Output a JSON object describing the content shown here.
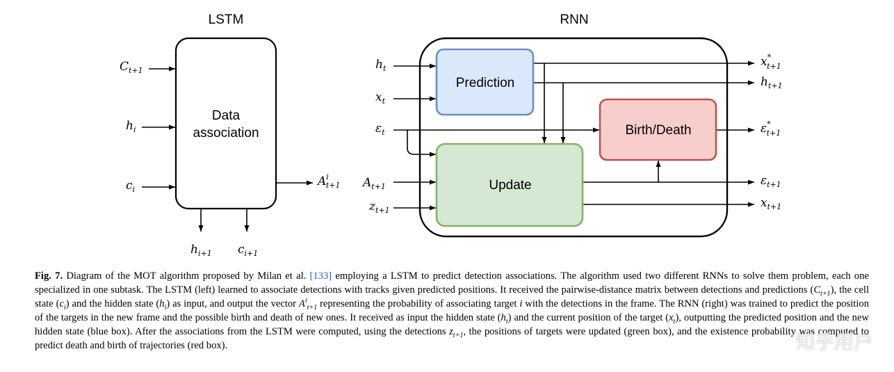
{
  "diagram": {
    "lstm": {
      "title": "LSTM",
      "box_line1": "Data",
      "box_line2": "association",
      "inputs": [
        {
          "main": "C",
          "sub": "t+1"
        },
        {
          "main": "h",
          "sub": "i"
        },
        {
          "main": "c",
          "sub": "i"
        }
      ],
      "output": {
        "main": "A",
        "sup": "i",
        "sub": "t+1"
      },
      "bottom_outputs": [
        {
          "main": "h",
          "sub": "i+1"
        },
        {
          "main": "c",
          "sub": "i+1"
        }
      ]
    },
    "rnn": {
      "title": "RNN",
      "boxes": {
        "prediction": "Prediction",
        "update": "Update",
        "birth_death": "Birth/Death"
      },
      "box_colors": {
        "prediction_fill": "#dae8fc",
        "prediction_stroke": "#6c8ebf",
        "update_fill": "#d5e8d4",
        "update_stroke": "#82b366",
        "birth_fill": "#f8cecc",
        "birth_stroke": "#b85450"
      },
      "inputs": [
        {
          "main": "h",
          "sub": "t"
        },
        {
          "main": "x",
          "sub": "t"
        },
        {
          "main": "ε",
          "sub": "t"
        },
        {
          "main": "A",
          "sub": "t+1"
        },
        {
          "main": "z",
          "sub": "t+1"
        }
      ],
      "outputs": [
        {
          "main": "x",
          "sup": "*",
          "sub": "t+1"
        },
        {
          "main": "h",
          "sub": "t+1"
        },
        {
          "main": "ε",
          "sup": "*",
          "sub": "t+1"
        },
        {
          "main": "ε",
          "sub": "t+1"
        },
        {
          "main": "x",
          "sub": "t+1"
        }
      ]
    }
  },
  "caption": {
    "label": "Fig. 7.",
    "p1": " Diagram of the MOT algorithm proposed by Milan et al. ",
    "ref": "[133]",
    "p2": " employing a LSTM to predict detection associations. The algorithm used two different RNNs to solve them problem, each one specialized in one subtask. The LSTM (left) learned to associate detections with tracks given predicted positions. It received the pairwise-distance matrix between detections and predictions (",
    "v1_main": "C",
    "v1_sub": "t+1",
    "p3": "), the cell state (",
    "v2_main": "c",
    "v2_sub": "i",
    "p4": ") and the hidden state (",
    "v3_main": "h",
    "v3_sub": "i",
    "p5": ") as input, and output the vector ",
    "v4_main": "A",
    "v4_sup": "i",
    "v4_sub": "t+1",
    "p6": " representing the probability of associating target ",
    "v5_main": "i",
    "p7": " with the detections in the frame. The RNN (right) was trained to predict the position of the targets in the new frame and the possible birth and death of new ones. It received as input the hidden state (",
    "v6_main": "h",
    "v6_sub": "t",
    "p8": ") and the current position of the target (",
    "v7_main": "x",
    "v7_sub": "t",
    "p9": "), outputting the predicted position and the new hidden state (blue box). After the associations from the LSTM were computed, using the detections ",
    "v8_main": "z",
    "v8_sub": "t+1",
    "p10": ", the positions of targets were updated (green box), and the existence probability was computed to predict death and birth of trajectories (red box)."
  },
  "watermark": "知乎用户"
}
